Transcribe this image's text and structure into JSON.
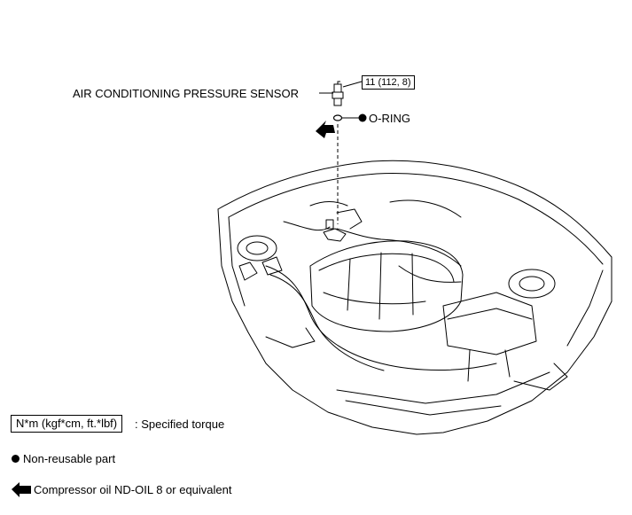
{
  "diagram": {
    "sensor_label": "AIR CONDITIONING PRESSURE SENSOR",
    "torque_value": "11 (112, 8)",
    "oring_label": "O-RING"
  },
  "legend": {
    "torque_unit": "N*m (kgf*cm, ft.*lbf)",
    "torque_desc": ": Specified torque",
    "nonreusable_desc": "Non-reusable part",
    "oil_desc": "Compressor oil ND-OIL 8 or equivalent"
  }
}
